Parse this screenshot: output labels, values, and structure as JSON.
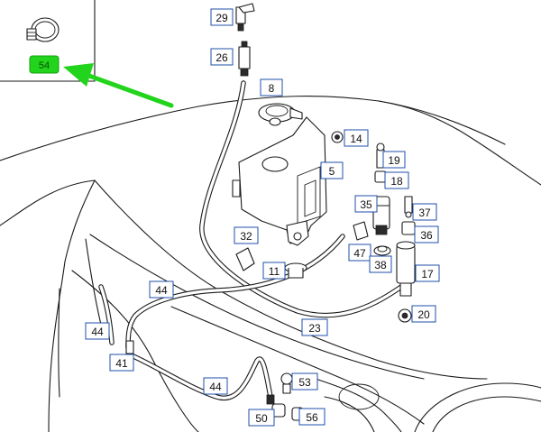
{
  "inset": {
    "highlighted_part": "54"
  },
  "callouts": {
    "c29": "29",
    "c26": "26",
    "c8": "8",
    "c14": "14",
    "c5": "5",
    "c19": "19",
    "c18": "18",
    "c35": "35",
    "c37": "37",
    "c32": "32",
    "c36": "36",
    "c47": "47",
    "c38": "38",
    "c11": "11",
    "c17": "17",
    "c44a": "44",
    "c20": "20",
    "c23": "23",
    "c44b": "44",
    "c41": "41",
    "c44c": "44",
    "c53": "53",
    "c50": "50",
    "c56": "56"
  },
  "colors": {
    "highlight": "#22d41c",
    "callout_border": "#1f4fa8",
    "line": "#1a1a1a"
  }
}
